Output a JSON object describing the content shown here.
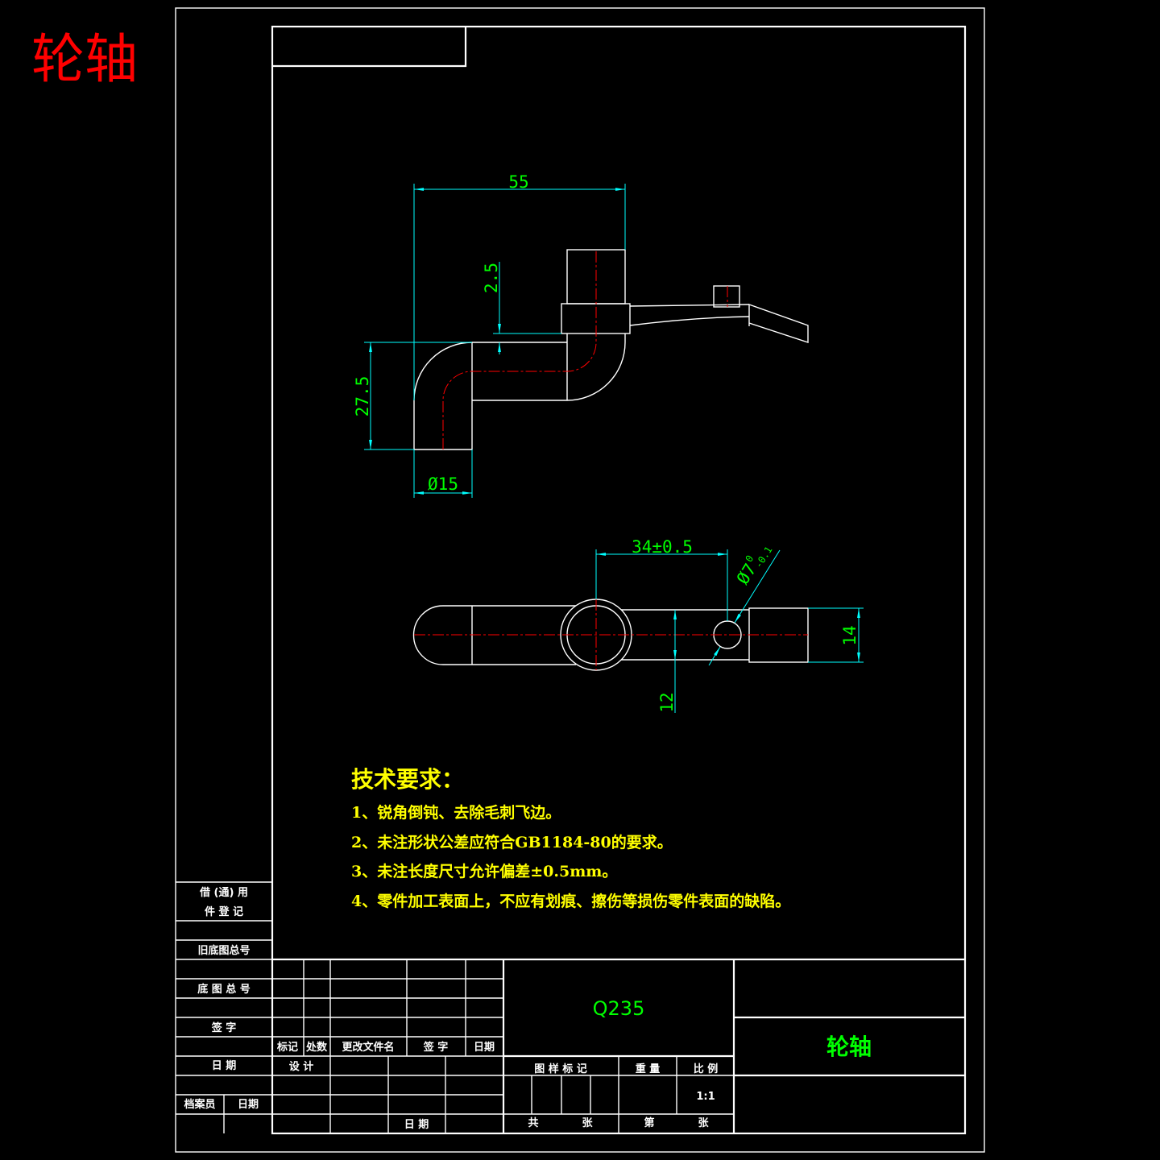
{
  "title": "轮轴",
  "colors": {
    "background": "#000000",
    "outline": "#ffffff",
    "dimension_line": "#00ffff",
    "dimension_text": "#00ff00",
    "centerline": "#ff0000",
    "notes_text": "#ffff00",
    "title_text": "#ff0000",
    "title_block_highlight": "#00ff00"
  },
  "front_view": {
    "dims": {
      "d55": "55",
      "d2_5": "2.5",
      "d27_5": "27.5",
      "dia15": "Ø15"
    }
  },
  "plan_view": {
    "dims": {
      "d34": "34±0.5",
      "dia7": "Ø7",
      "dia7_upper": "0",
      "dia7_lower": "-0.1",
      "d14": "14",
      "d12": "12"
    }
  },
  "tech_req": {
    "heading": "技术要求：",
    "items": [
      "1、锐角倒钝、去除毛刺飞边。",
      "2、未注形状公差应符合GB1184-80的要求。",
      "3、未注长度尺寸允许偏差±0.5mm。",
      "4、零件加工表面上，不应有划痕、擦伤等损伤零件表面的缺陷。"
    ]
  },
  "left_table": {
    "borrow_line1": "借 (通) 用",
    "borrow_line2": "件 登 记",
    "old_base_no": "旧底图总号",
    "base_no": "底 图 总 号",
    "signature": "签  字",
    "date": "日  期",
    "archivist": "档案员",
    "archivist_date": "日期"
  },
  "title_block": {
    "rev_headers": [
      "标记",
      "处数",
      "更改文件名",
      "签  字",
      "日期"
    ],
    "design": "设 计",
    "date": "日  期",
    "material": "Q235",
    "sample_mark": "图 样 标 记",
    "weight": "重  量",
    "scale_label": "比  例",
    "scale_value": "1:1",
    "total": "共",
    "sheets_total": "张",
    "sheet_no": "第",
    "sheets_no": "张",
    "part_name": "轮轴"
  }
}
